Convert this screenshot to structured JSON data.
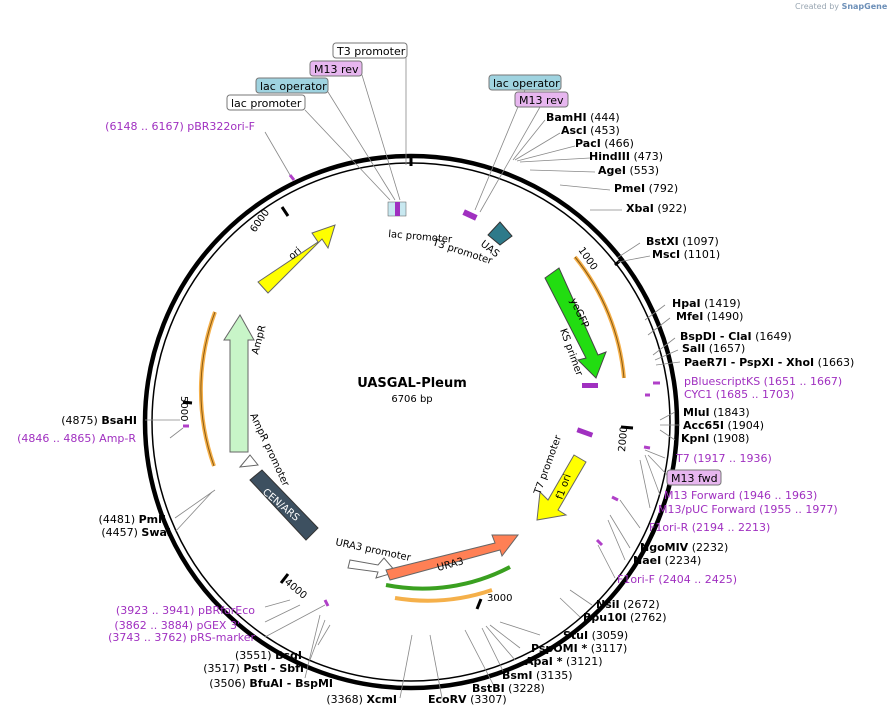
{
  "credit": {
    "prefix": "Created by",
    "brand": "SnapGene"
  },
  "plasmid": {
    "name": "UASGAL-Pleum",
    "length": "6706 bp"
  },
  "colors": {
    "primer": "#b040c8",
    "backbone": "#000000",
    "ori": "#ffff00",
    "ampr": "#c8f5c8",
    "yegfp": "#22dd11",
    "ura3": "#ff8055",
    "f1ori": "#ffff00",
    "cen_ars": "#3d5060",
    "uas": "#2e7a8a",
    "orf": "#f5b04a"
  },
  "enzymes_right": [
    {
      "name": "BamHI",
      "pos": "(444)"
    },
    {
      "name": "AscI",
      "pos": "(453)"
    },
    {
      "name": "PacI",
      "pos": "(466)"
    },
    {
      "name": "HindIII",
      "pos": "(473)"
    },
    {
      "name": "AgeI",
      "pos": "(553)"
    },
    {
      "name": "PmeI",
      "pos": "(792)"
    },
    {
      "name": "XbaI",
      "pos": "(922)"
    },
    {
      "name": "BstXI",
      "pos": "(1097)"
    },
    {
      "name": "MscI",
      "pos": "(1101)"
    },
    {
      "name": "HpaI",
      "pos": "(1419)"
    },
    {
      "name": "MfeI",
      "pos": "(1490)"
    },
    {
      "name": "BspDI  -  ClaI",
      "pos": "(1649)"
    },
    {
      "name": "SalI",
      "pos": "(1657)"
    },
    {
      "name": "PaeR7I  -  PspXI  -  XhoI",
      "pos": "(1663)"
    },
    {
      "name": "MluI",
      "pos": "(1843)"
    },
    {
      "name": "Acc65I",
      "pos": "(1904)"
    },
    {
      "name": "KpnI",
      "pos": "(1908)"
    },
    {
      "name": "NgoMIV",
      "pos": "(2232)"
    },
    {
      "name": "NaeI",
      "pos": "(2234)"
    },
    {
      "name": "NsiI",
      "pos": "(2672)"
    },
    {
      "name": "Bpu10I",
      "pos": "(2762)"
    },
    {
      "name": "StuI",
      "pos": "(3059)"
    },
    {
      "name": "PspOMI *",
      "pos": "(3117)"
    },
    {
      "name": "ApaI *",
      "pos": "(3121)"
    },
    {
      "name": "BsmI",
      "pos": "(3135)"
    },
    {
      "name": "BstBI",
      "pos": "(3228)"
    }
  ],
  "enzymes_bottom": [
    {
      "name": "EcoRV",
      "pos": "(3307)"
    },
    {
      "name": "XcmI",
      "pos": "(3368)"
    }
  ],
  "enzymes_left": [
    {
      "name": "BsgI",
      "pos": "(3551)"
    },
    {
      "name": "PstI  -  SbfI",
      "pos": "(3517)"
    },
    {
      "name": "BfuAI  -  BspMI",
      "pos": "(3506)"
    },
    {
      "name": "PmlI",
      "pos": "(4481)"
    },
    {
      "name": "SwaI",
      "pos": "(4457)"
    },
    {
      "name": "BsaHI",
      "pos": "(4875)"
    }
  ],
  "primers": [
    {
      "label": "pBluescriptKS",
      "pos": "(1651 .. 1667)"
    },
    {
      "label": "CYC1",
      "pos": "(1685 .. 1703)"
    },
    {
      "label": "T7",
      "pos": "(1917 .. 1936)"
    },
    {
      "label": "M13 Forward",
      "pos": "(1946 .. 1963)"
    },
    {
      "label": "M13/pUC Forward",
      "pos": "(1955 .. 1977)"
    },
    {
      "label": "F1ori-R",
      "pos": "(2194 .. 2213)"
    },
    {
      "label": "F1ori-F",
      "pos": "(2404 .. 2425)"
    },
    {
      "label": "pBRforEco",
      "pos": "(3923 .. 3941)"
    },
    {
      "label": "pGEX 3'",
      "pos": "(3862 .. 3884)"
    },
    {
      "label": "pRS-marker",
      "pos": "(3743 .. 3762)"
    },
    {
      "label": "Amp-R",
      "pos": "(4846 .. 4865)"
    },
    {
      "label": "pBR322ori-F",
      "pos": "(6148 .. 6167)"
    }
  ],
  "boxed_labels": {
    "t3_promoter": "T3 promoter",
    "m13_rev_left": "M13 rev",
    "lac_operator_left": "lac operator",
    "lac_promoter_top": "lac promoter",
    "lac_operator_right": "lac operator",
    "m13_rev_right": "M13 rev",
    "m13_fwd": "M13 fwd"
  },
  "features": {
    "ori": "ori",
    "ampr": "AmpR",
    "ampr_promoter": "AmpR promoter",
    "cen_ars": "CEN/ARS",
    "ura3_promoter": "URA3 promoter",
    "ura3": "URA3",
    "f1ori": "f1 ori",
    "t7_promoter": "T7 promoter",
    "ks_primer": "KS primer",
    "yegfp": "yeGFP",
    "uas": "UAS",
    "t3_promoter_inner": "T3 promoter",
    "lac_promoter_inner": "lac promoter"
  },
  "ticks": [
    "1000",
    "2000",
    "3000",
    "4000",
    "5000",
    "6000"
  ]
}
